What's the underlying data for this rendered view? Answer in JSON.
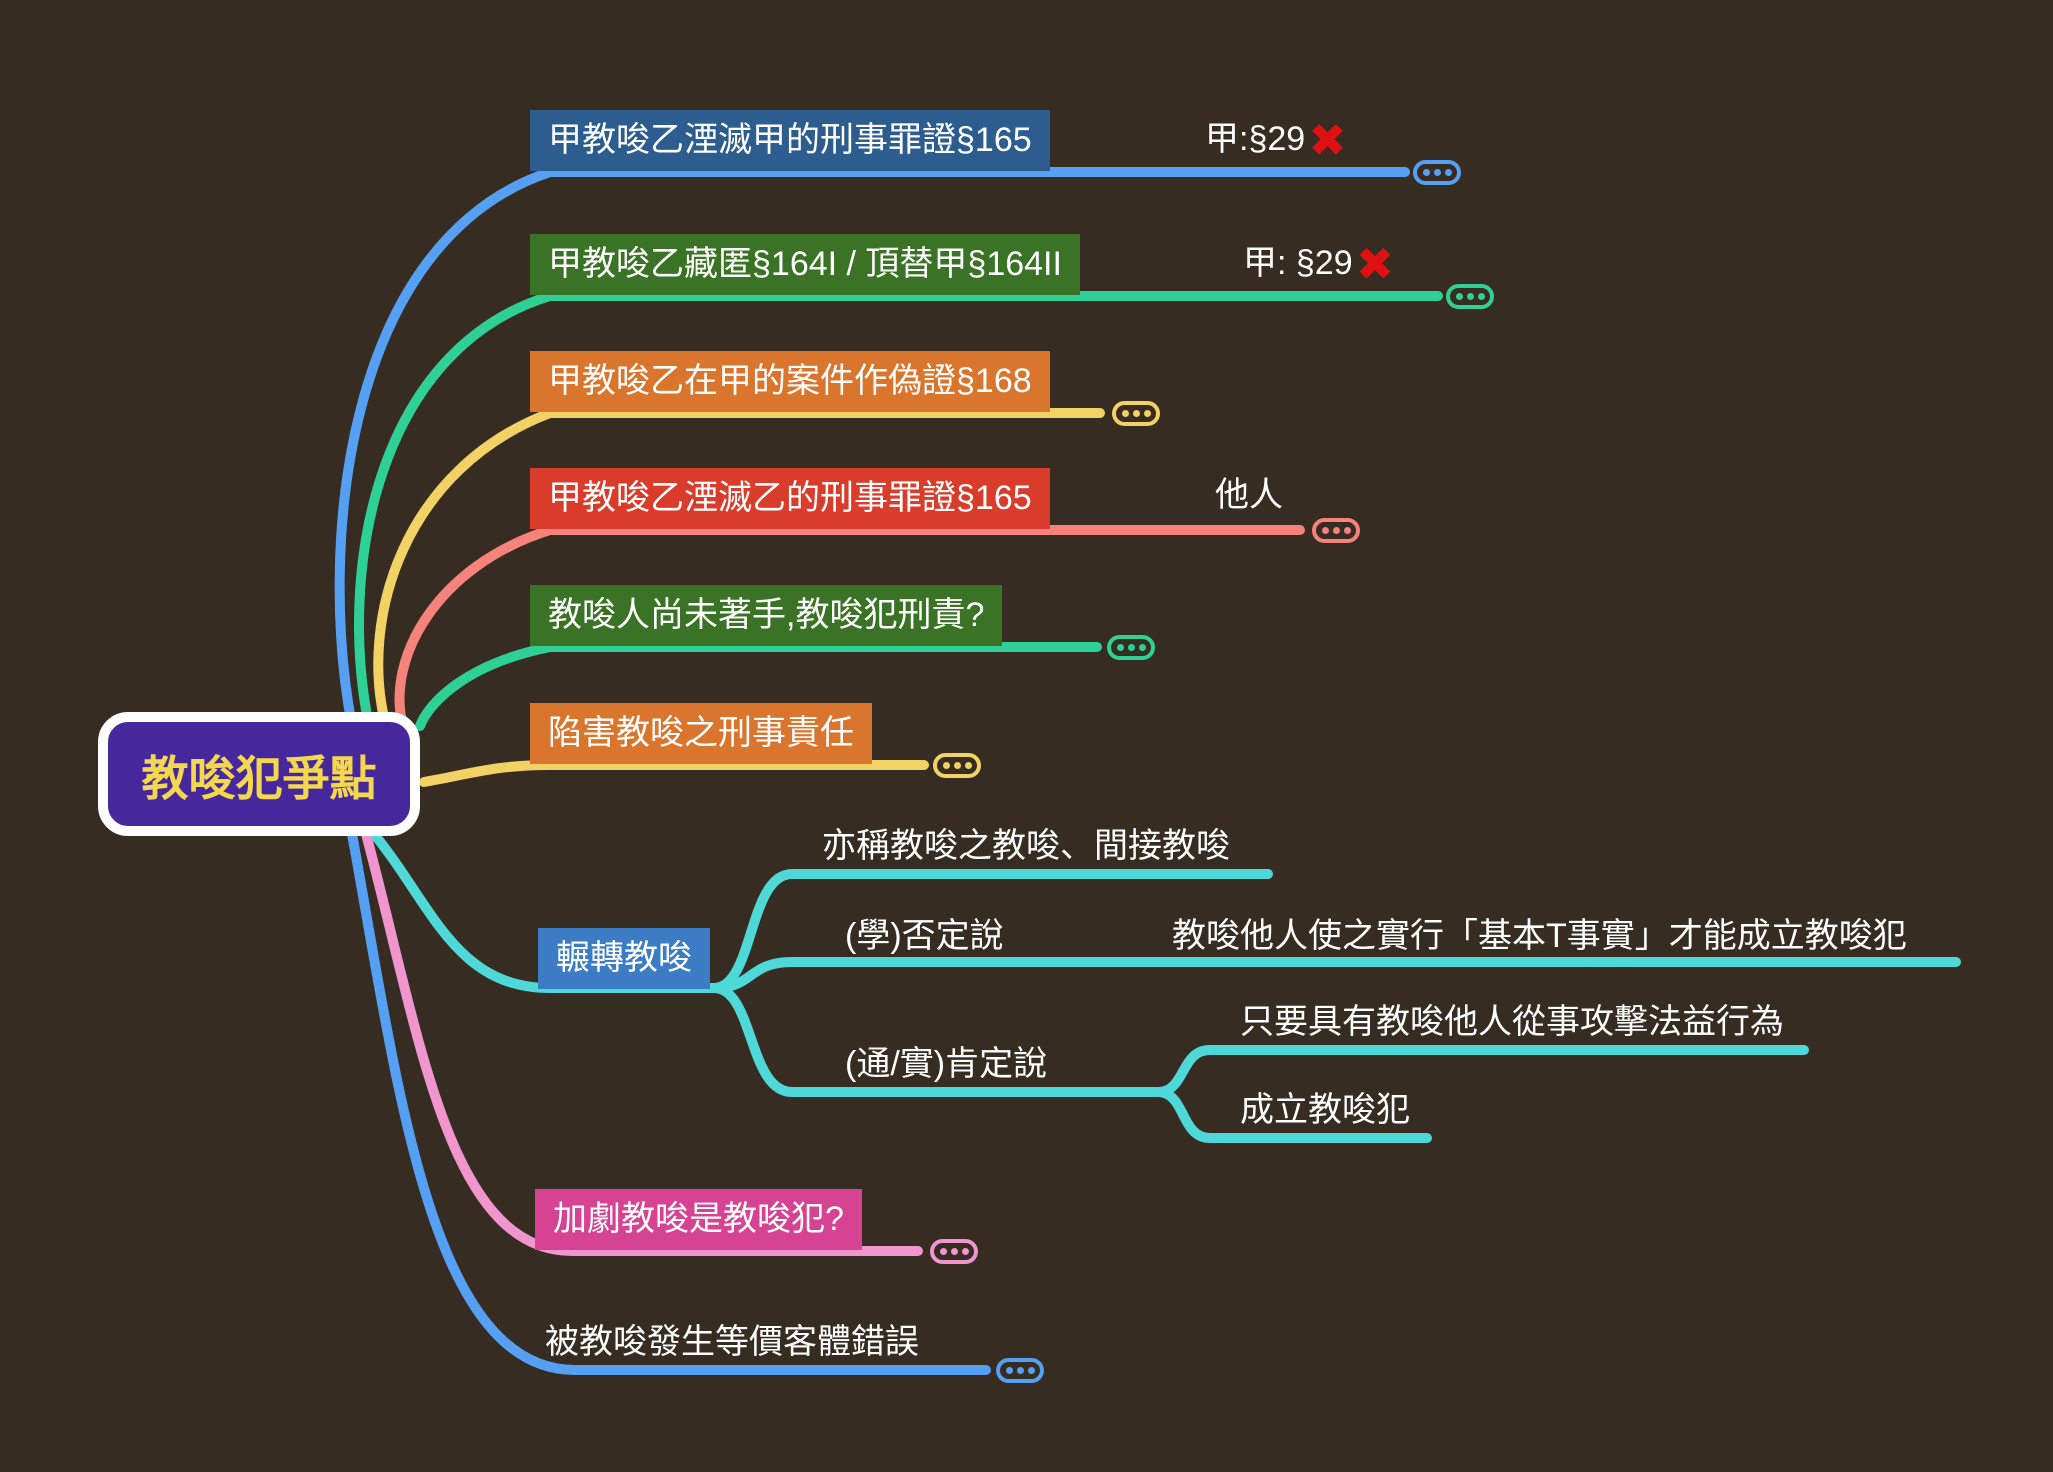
{
  "root": {
    "label": "教唆犯爭點"
  },
  "branches": {
    "b1": {
      "label": "甲教唆乙湮滅甲的刑事罪證§165",
      "note": "甲:§29",
      "cross": "✖"
    },
    "b2": {
      "label": "甲教唆乙藏匿§164I / 頂替甲§164II",
      "note": "甲: §29",
      "cross": "✖"
    },
    "b3": {
      "label": "甲教唆乙在甲的案件作偽證§168"
    },
    "b4": {
      "label": "甲教唆乙湮滅乙的刑事罪證§165",
      "note": "他人"
    },
    "b5": {
      "label": "教唆人尚未著手,教唆犯刑責?"
    },
    "b6": {
      "label": "陷害教唆之刑事責任"
    },
    "b7": {
      "label": "輾轉教唆",
      "alias": "亦稱教唆之教唆、間接教唆",
      "negative": {
        "label": "(學)否定說",
        "detail": "教唆他人使之實行「基本T事實」才能成立教唆犯"
      },
      "positive": {
        "label": "(通/實)肯定說",
        "detail1": "只要具有教唆他人從事攻擊法益行為",
        "detail2": "成立教唆犯"
      }
    },
    "b8": {
      "label": "加劇教唆是教唆犯?"
    },
    "b9": {
      "label": "被教唆發生等價客體錯誤"
    }
  },
  "icons": {
    "ellipsis": "more-ellipsis"
  },
  "palette": {
    "background": "#362c21",
    "root_bg": "#46289c",
    "root_text": "#f3d74f",
    "node_text": "#ffffff",
    "blue_box": "#2d5d8e",
    "blue_line": "#55a0f2",
    "green_box": "#3a7326",
    "green_line": "#2fd096",
    "orange_box": "#da752d",
    "yellow_line": "#f2d264",
    "red_box": "#da3c2b",
    "salmon_line": "#f5837b",
    "steelblue_box": "#3c7cc4",
    "teal_line": "#4ed8d8",
    "pink_box": "#d54392",
    "pink_line": "#f095ce",
    "cross_red": "#dd1111"
  }
}
